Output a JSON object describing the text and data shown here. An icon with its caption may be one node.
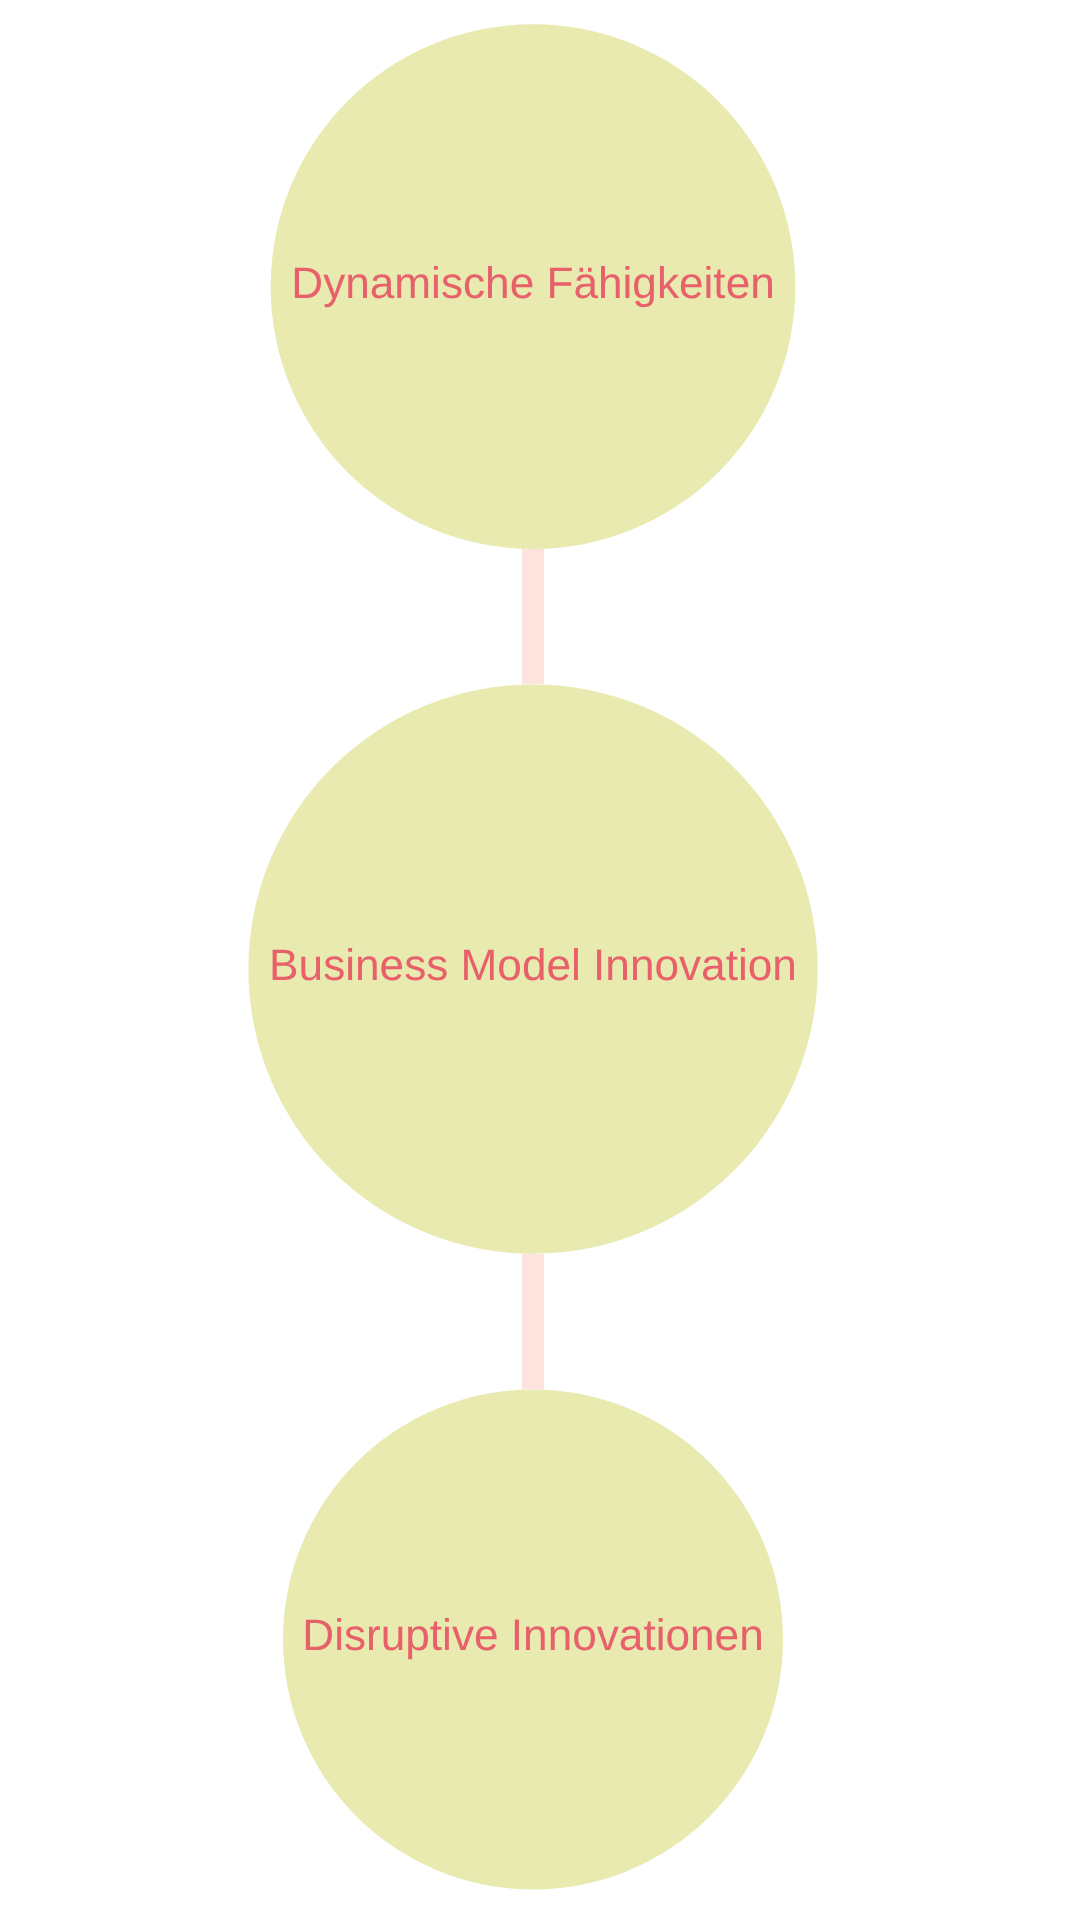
{
  "diagram": {
    "nodes": [
      {
        "text": [
          "Dynamische Fähigkeiten"
        ]
      },
      {
        "text": [
          "Business Model Innovation"
        ]
      },
      {
        "text": [
          "Disruptive Innovationen"
        ]
      }
    ],
    "edges": [
      {
        "from": 0,
        "to": 1,
        "arrow": "none"
      },
      {
        "from": 1,
        "to": 2,
        "arrow": "none"
      }
    ]
  }
}
